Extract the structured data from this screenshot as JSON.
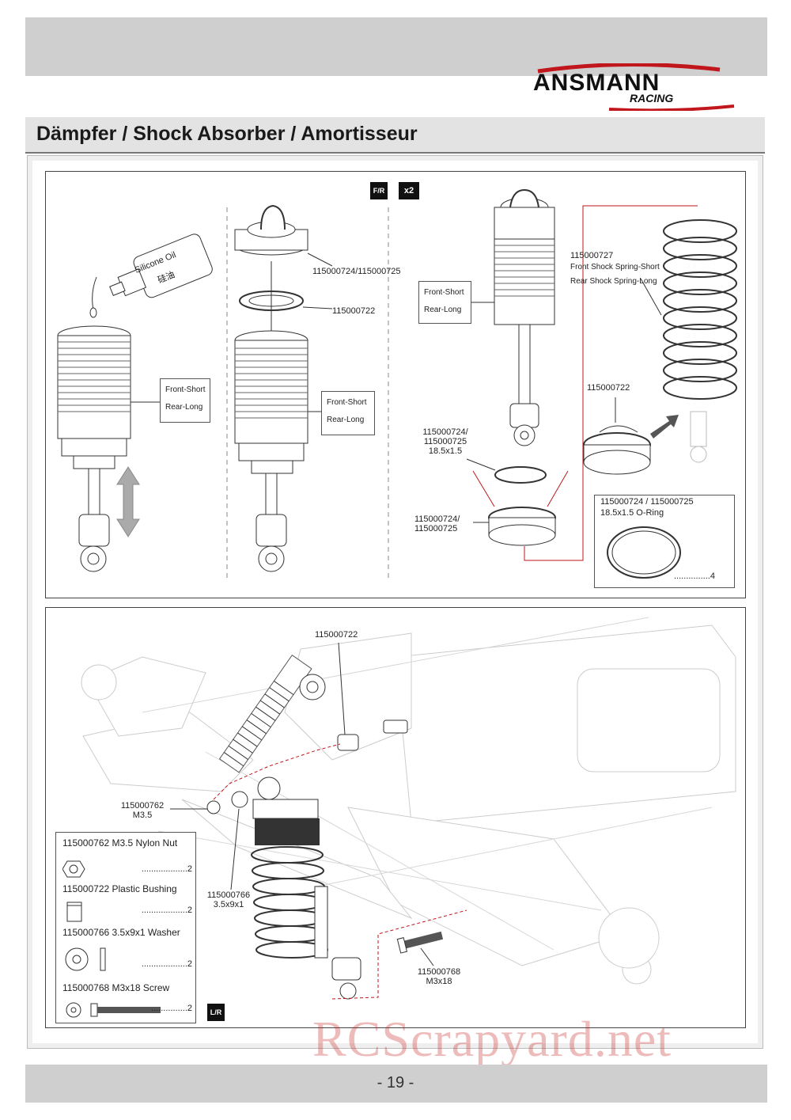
{
  "header": {
    "brand": "ANSMANN",
    "brand_sub": "RACING",
    "section_title": "Dämpfer / Shock Absorber / Amortisseur"
  },
  "panel1": {
    "badge_fr": "F/R",
    "badge_qty": "x2",
    "oil_label_line1": "Silicone Oil",
    "oil_label_line2": "硅油",
    "box_left": {
      "line1": "Front-Short",
      "line2": "Rear-Long"
    },
    "box_mid": {
      "line1": "Front-Short",
      "line2": "Rear-Long"
    },
    "box_right": {
      "line1": "Front-Short",
      "line2": "Rear-Long"
    },
    "part_cap": "115000724/115000725",
    "part_bushing": "115000722",
    "spring_part": "115000727",
    "spring_front": "Front Shock Spring-Short",
    "spring_rear": "Rear Shock Spring-Long",
    "collar_part": "115000722",
    "oring_part_line1": "115000724/",
    "oring_part_line2": "115000725",
    "oring_part_line3": "18.5x1.5",
    "nut_part_line1": "115000724/",
    "nut_part_line2": "115000725",
    "oring_box": {
      "line1": "115000724 / 115000725",
      "line2": "18.5x1.5 O-Ring",
      "qty": "...............4"
    }
  },
  "panel2": {
    "bushing_part": "115000722",
    "nut_callout_line1": "115000762",
    "nut_callout_line2": "M3.5",
    "washer_callout_line1": "115000766",
    "washer_callout_line2": "3.5x9x1",
    "screw_callout_line1": "115000768",
    "screw_callout_line2": "M3x18",
    "badge_lr": "L/R",
    "parts_list": [
      {
        "name": "115000762  M3.5 Nylon Nut",
        "qty": "...................2"
      },
      {
        "name": "115000722  Plastic Bushing",
        "qty": "...................2"
      },
      {
        "name": "115000766  3.5x9x1 Washer",
        "qty": "...................2"
      },
      {
        "name": "115000768  M3x18 Screw",
        "qty": "...............2"
      }
    ]
  },
  "footer": {
    "page_number": "- 19 -",
    "watermark": "RCScrapyard.net"
  }
}
